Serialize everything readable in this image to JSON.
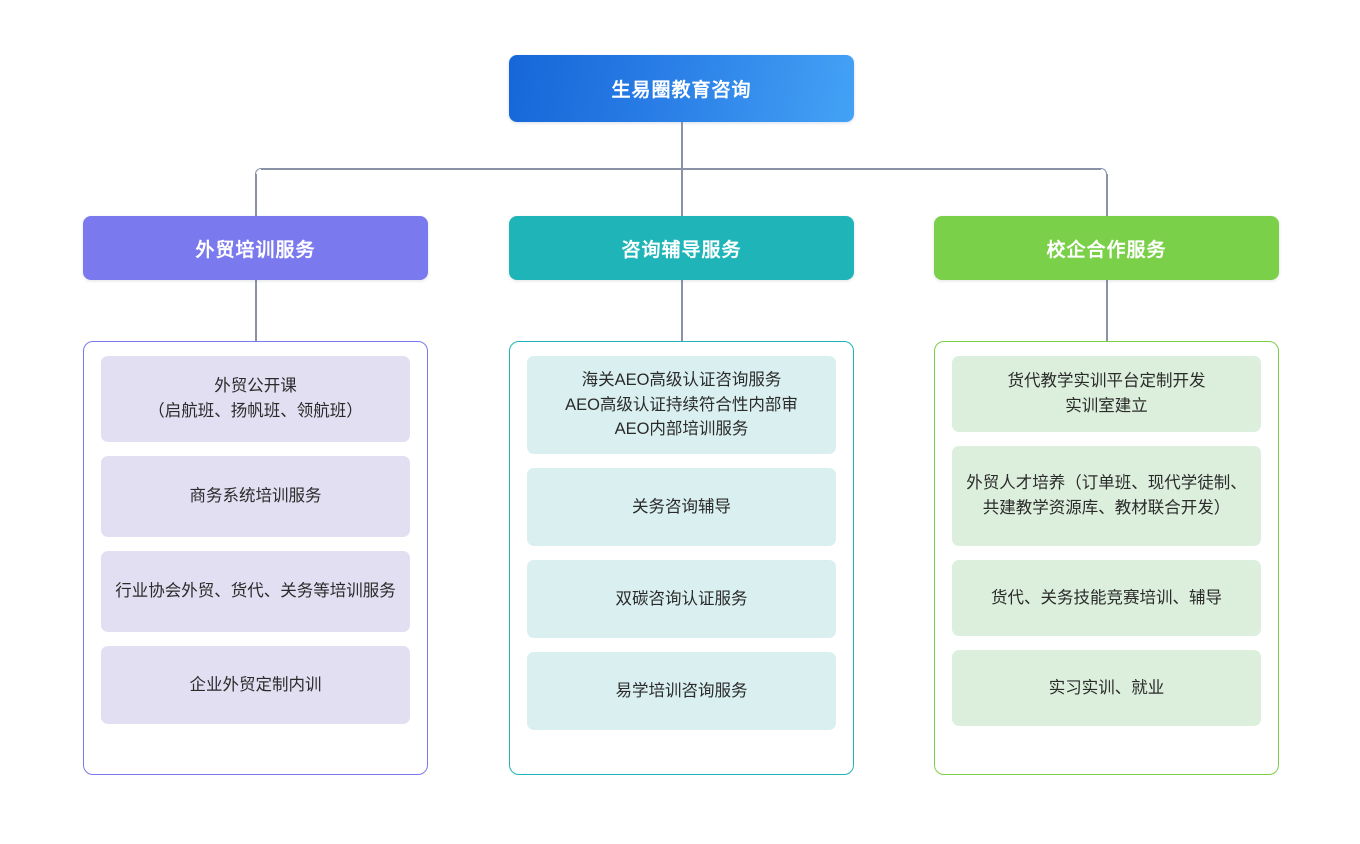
{
  "diagram": {
    "type": "organization-chart",
    "root": {
      "label": "生易圈教育咨询",
      "color_start": "#1666d8",
      "color_end": "#43a2f5",
      "text_color": "#ffffff"
    },
    "connector_color": "#8a93a6",
    "branches": [
      {
        "id": "foreign-trade-training",
        "label": "外贸培训服务",
        "header_color": "#7b79ee",
        "border_color": "#7b79ee",
        "card_color": "#e2dff2",
        "items": [
          {
            "label": "外贸公开课\n（启航班、扬帆班、领航班）"
          },
          {
            "label": "商务系统培训服务"
          },
          {
            "label": "行业协会外贸、货代、关务等培训服务"
          },
          {
            "label": "企业外贸定制内训"
          }
        ]
      },
      {
        "id": "consulting-tutoring",
        "label": "咨询辅导服务",
        "header_color": "#1fb5b8",
        "border_color": "#1fb5b8",
        "card_color": "#d9eff0",
        "items": [
          {
            "label": "海关AEO高级认证咨询服务\nAEO高级认证持续符合性内部审\nAEO内部培训服务"
          },
          {
            "label": "关务咨询辅导"
          },
          {
            "label": "双碳咨询认证服务"
          },
          {
            "label": "易学培训咨询服务"
          }
        ]
      },
      {
        "id": "school-enterprise-cooperation",
        "label": "校企合作服务",
        "header_color": "#7bd04a",
        "border_color": "#7bd04a",
        "card_color": "#dcefdc",
        "items": [
          {
            "label": "货代教学实训平台定制开发\n实训室建立"
          },
          {
            "label": "外贸人才培养（订单班、现代学徒制、共建教学资源库、教材联合开发）"
          },
          {
            "label": "货代、关务技能竞赛培训、辅导"
          },
          {
            "label": "实习实训、就业"
          }
        ]
      }
    ]
  }
}
